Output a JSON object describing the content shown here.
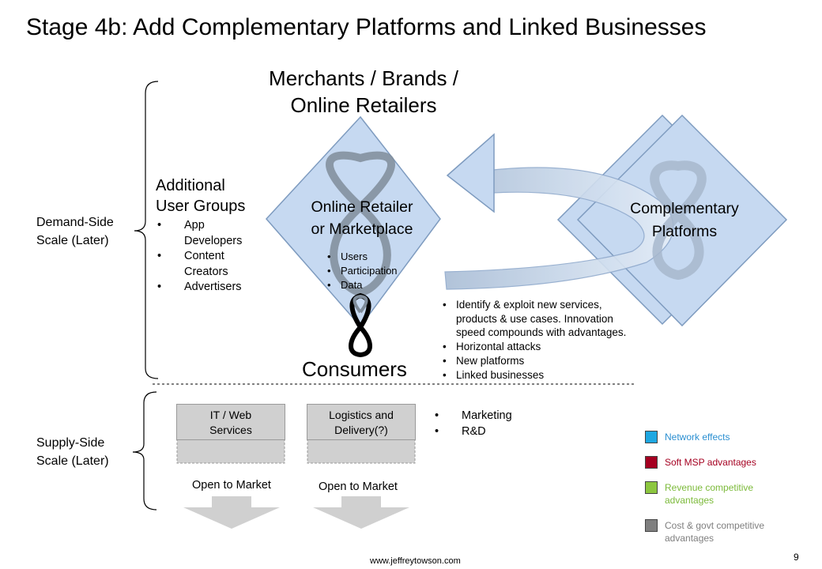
{
  "title": "Stage 4b: Add Complementary Platforms and Linked Businesses",
  "top_node": {
    "line1": "Merchants / Brands /",
    "line2": "Online Retailers"
  },
  "bottom_node": "Consumers",
  "demand_side": {
    "line1": "Demand-Side",
    "line2": "Scale (Later)"
  },
  "supply_side": {
    "line1": "Supply-Side",
    "line2": "Scale (Later)"
  },
  "additional_groups": {
    "heading_line1": "Additional",
    "heading_line2": "User Groups",
    "items": [
      {
        "l1": "App",
        "l2": "Developers"
      },
      {
        "l1": "Content",
        "l2": "Creators"
      },
      {
        "l1": "Advertisers",
        "l2": ""
      }
    ]
  },
  "retailer": {
    "line1": "Online Retailer",
    "line2": "or Marketplace",
    "items": [
      "Users",
      "Participation",
      "Data"
    ]
  },
  "complementary": {
    "line1": "Complementary",
    "line2": "Platforms"
  },
  "advantages": [
    {
      "l1": "Identify & exploit new services,",
      "l2": "products & use cases. Innovation",
      "l3": "speed compounds with advantages."
    },
    {
      "l1": "Horizontal attacks",
      "l2": "",
      "l3": ""
    },
    {
      "l1": "New platforms",
      "l2": "",
      "l3": ""
    },
    {
      "l1": "Linked businesses",
      "l2": "",
      "l3": ""
    }
  ],
  "supply_boxes": [
    {
      "line1": "IT / Web",
      "line2": "Services",
      "open": "Open to Market"
    },
    {
      "line1": "Logistics and",
      "line2": "Delivery(?)",
      "open": "Open to Market"
    }
  ],
  "supply_items": [
    "Marketing",
    "R&D"
  ],
  "legend": [
    {
      "l1": "Network effects",
      "l2": "",
      "color": "#1ea7e1",
      "text_color": "#2b8fd1"
    },
    {
      "l1": "Soft MSP advantages",
      "l2": "",
      "color": "#a50021",
      "text_color": "#a50021"
    },
    {
      "l1": "Revenue  competitive",
      "l2": "advantages",
      "color": "#8cc63f",
      "text_color": "#7cba3a"
    },
    {
      "l1": "Cost & govt  competitive",
      "l2": "advantages",
      "color": "#7f7f7f",
      "text_color": "#7f7f7f"
    }
  ],
  "footer": "www.jeffreytowson.com",
  "page_number": "9"
}
